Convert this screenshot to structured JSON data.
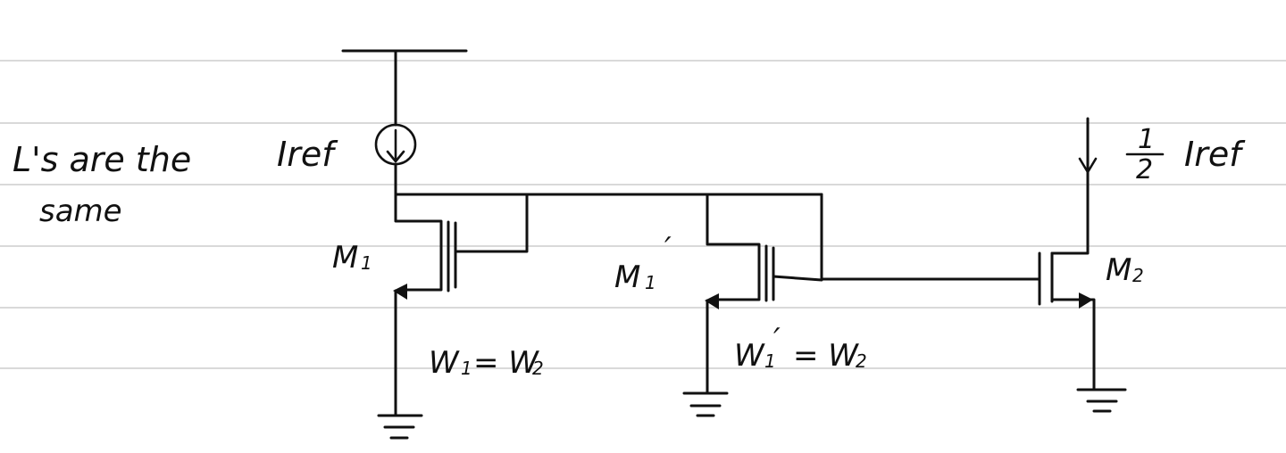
{
  "note": {
    "line1": "L's are the",
    "line2": "same"
  },
  "labels": {
    "iref_left": "Iref",
    "iref_right_fraction_num": "1",
    "iref_right_fraction_den": "2",
    "iref_right": "Iref",
    "m1": "M",
    "m1_sub": "1",
    "m1_prime": "M",
    "m1_prime_sub": "1",
    "m1_prime_mark": "′",
    "m2": "M",
    "m2_sub": "2",
    "w_eq_1": "W",
    "w_eq_1_sub": "1",
    "w_eq_1_rhs": "= W",
    "w_eq_1_rhs_sub": "2",
    "w_eq_2": "W",
    "w_eq_2_sub": "1",
    "w_eq_2_mark": "′",
    "w_eq_2_rhs": "= W",
    "w_eq_2_rhs_sub": "2"
  },
  "colors": {
    "ink": "#111111",
    "ruled": "#d9d9d9",
    "paper": "#ffffff"
  }
}
